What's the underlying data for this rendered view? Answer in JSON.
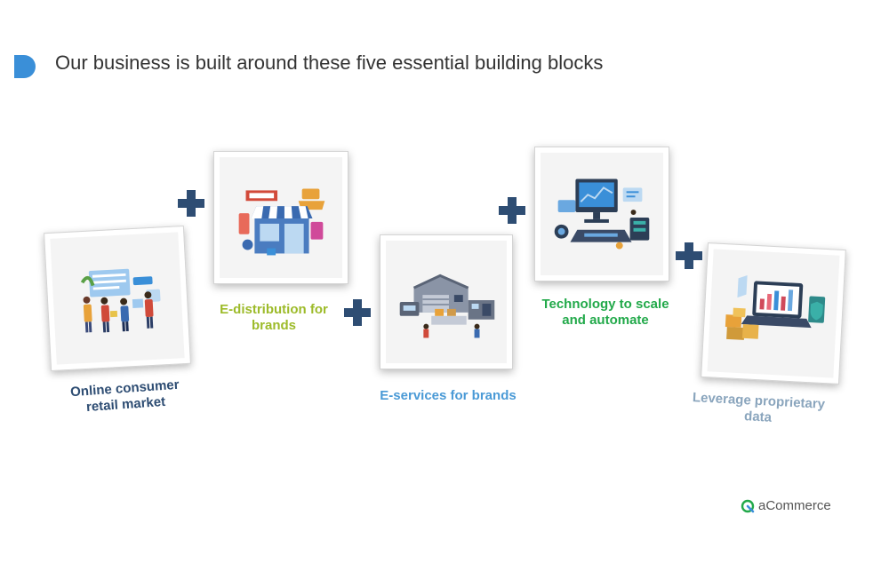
{
  "slide": {
    "title": "Our business is built around these five essential building blocks",
    "accent_color": "#3a8fd8"
  },
  "blocks": [
    {
      "label": "Online consumer retail market",
      "color": "#2e4d73",
      "icon": "shoppers-illustration"
    },
    {
      "label": "E-distribution for brands",
      "color": "#9dbb2a",
      "icon": "storefront-illustration"
    },
    {
      "label": "E-services for brands",
      "color": "#4a9ad6",
      "icon": "warehouse-illustration"
    },
    {
      "label": "Technology to scale and automate",
      "color": "#22a94a",
      "icon": "tech-dashboard-illustration"
    },
    {
      "label": "Leverage proprietary data",
      "color": "#8aa5bd",
      "icon": "data-analytics-illustration"
    }
  ],
  "connector": {
    "symbol": "plus-icon",
    "color": "#2e4d73"
  },
  "brand": {
    "name": "aCommerce",
    "icon": "acommerce-logo-icon"
  }
}
